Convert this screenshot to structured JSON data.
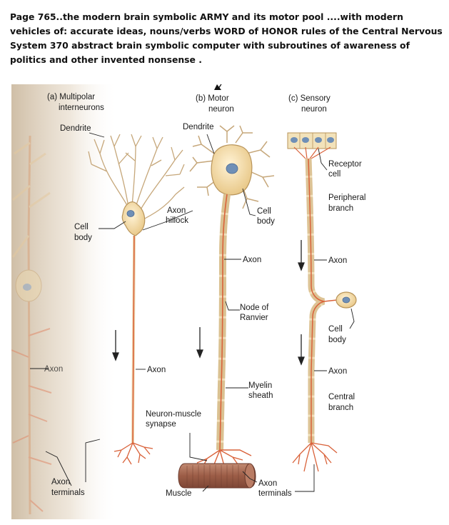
{
  "caption": "Page 765..the modern  brain symbolic  ARMY  and its motor pool  ....with modern vehicles of: accurate ideas,    nouns/verbs  WORD of HONOR rules of  the  Central Nervous System  370 abstract brain symbolic computer  with subroutines  of awareness of politics and other invented nonsense .",
  "panels": {
    "a": {
      "title1": "(a) Multipolar",
      "title2": "interneurons"
    },
    "b": {
      "title1": "(b) Motor",
      "title2": "neuron"
    },
    "c": {
      "title1": "(c) Sensory",
      "title2": "neuron"
    }
  },
  "labels": {
    "dendrite_a": "Dendrite",
    "cell_body_a_1": "Cell",
    "cell_body_a_2": "body",
    "axon_a_faded": "Axon",
    "axon_terminals_a_1": "Axon",
    "axon_terminals_a_2": "terminals",
    "axon_hillock_1": "Axon",
    "axon_hillock_2": "hillock",
    "axon_a": "Axon",
    "neuron_muscle_1": "Neuron-muscle",
    "neuron_muscle_2": "synapse",
    "dendrite_b": "Dendrite",
    "cell_body_b_1": "Cell",
    "cell_body_b_2": "body",
    "axon_b": "Axon",
    "node_1": "Node of",
    "node_2": "Ranvier",
    "myelin_1": "Myelin",
    "myelin_2": "sheath",
    "muscle": "Muscle",
    "axon_terminals_b_1": "Axon",
    "axon_terminals_b_2": "terminals",
    "receptor_1": "Receptor",
    "receptor_2": "cell",
    "peripheral_1": "Peripheral",
    "peripheral_2": "branch",
    "axon_c1": "Axon",
    "cell_body_c_1": "Cell",
    "cell_body_c_2": "body",
    "axon_c2": "Axon",
    "central_1": "Central",
    "central_2": "branch"
  },
  "colors": {
    "neuron_fill": "#f3dfb0",
    "neuron_stroke": "#b8945a",
    "axon_core": "#d9623a",
    "nucleus": "#6f8fb6",
    "muscle": "#a36b55",
    "faded_bg": "#d8c9b2",
    "leader": "#222222"
  }
}
